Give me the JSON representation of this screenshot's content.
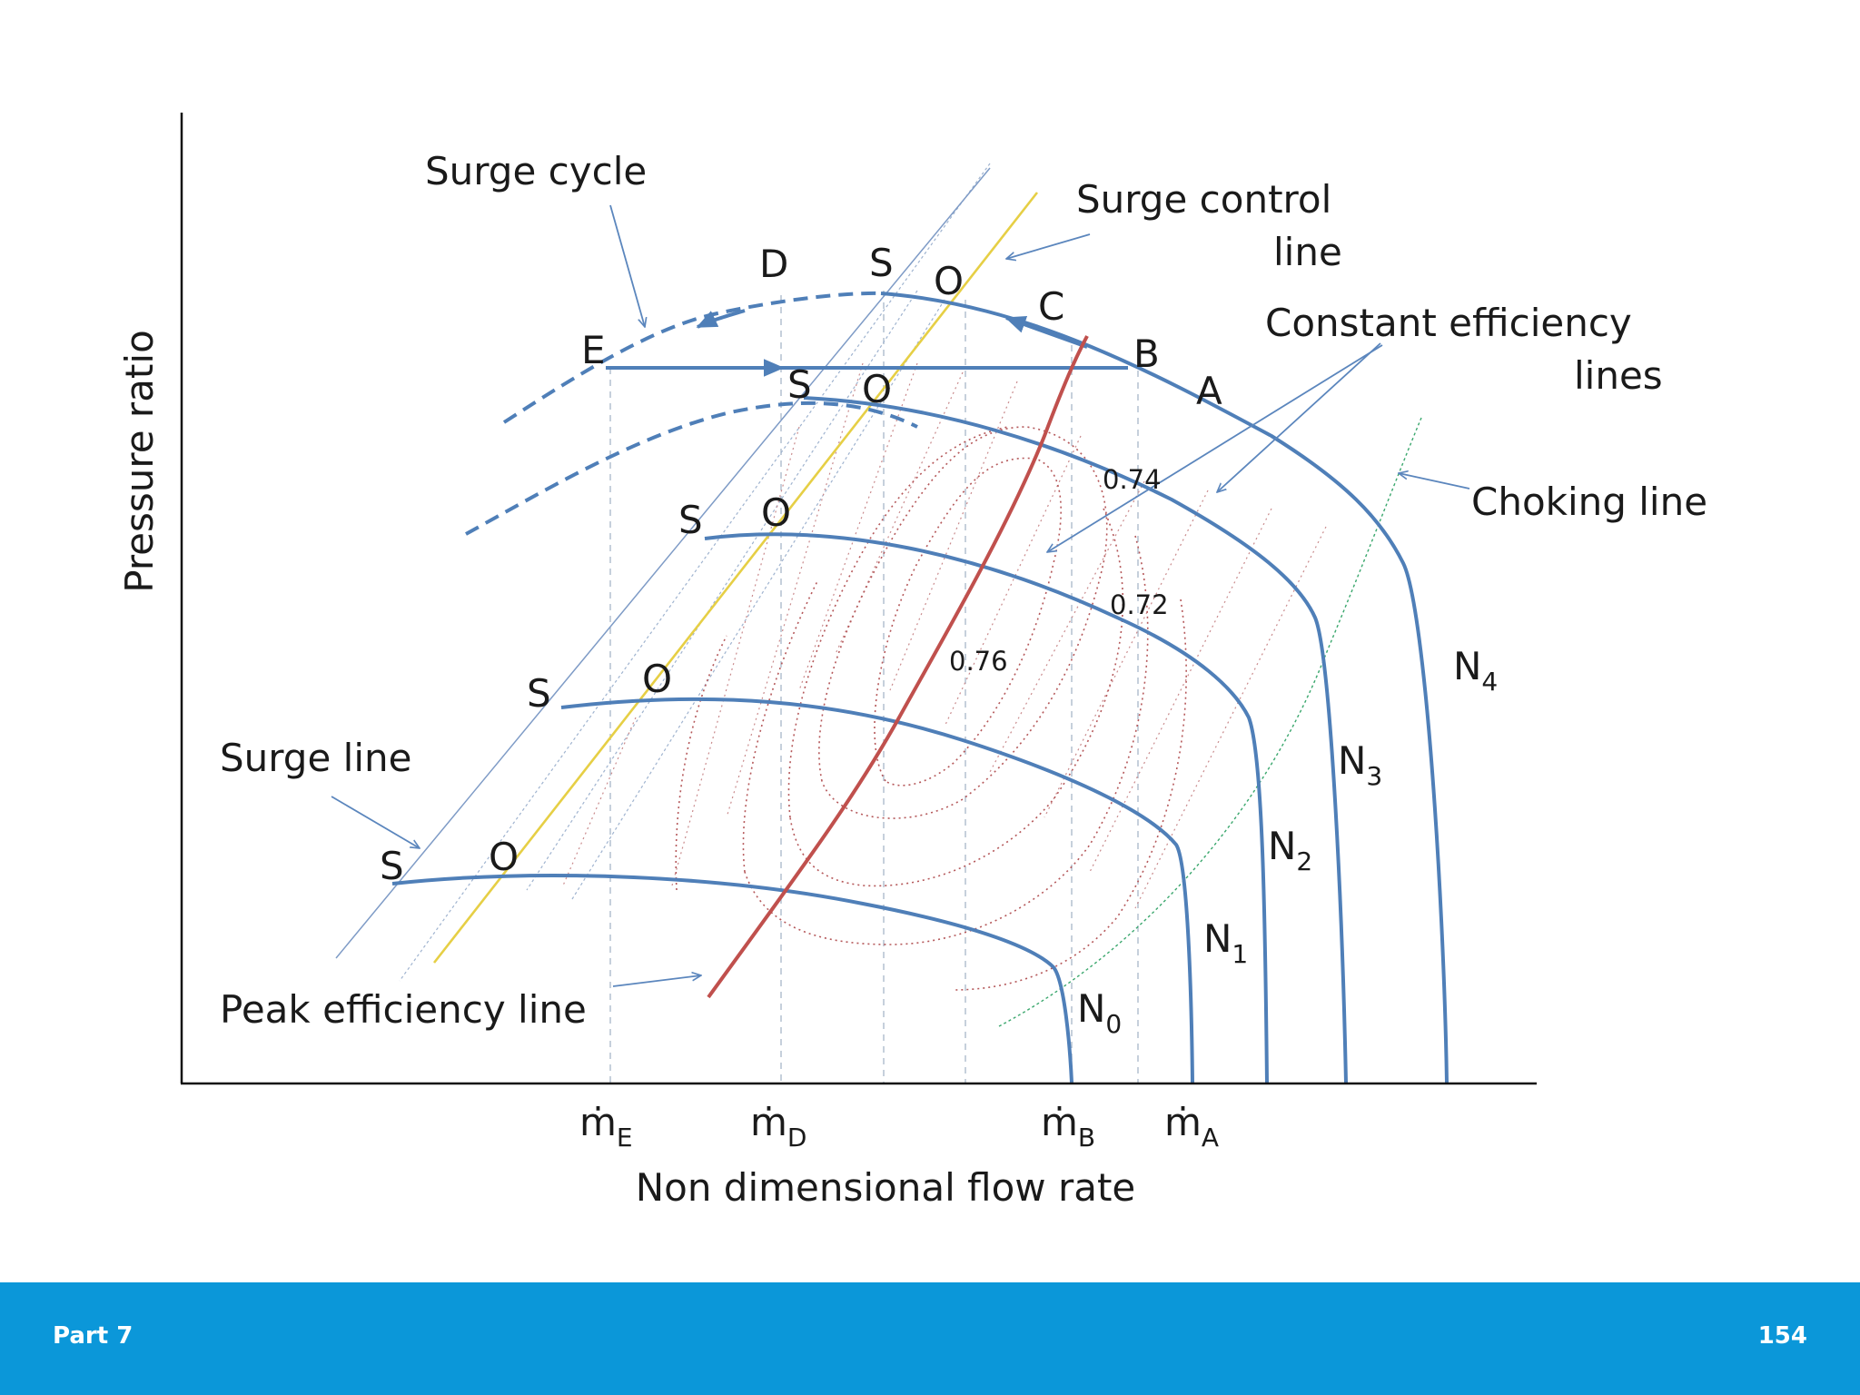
{
  "diagram": {
    "axes": {
      "y_title": "Pressure ratio",
      "x_title": "Non dimensional flow rate"
    },
    "x_ticks": [
      {
        "id": "e",
        "base": "ṁ",
        "sub": "E"
      },
      {
        "id": "d",
        "base": "ṁ",
        "sub": "D"
      },
      {
        "id": "b",
        "base": "ṁ",
        "sub": "B"
      },
      {
        "id": "a",
        "base": "ṁ",
        "sub": "A"
      }
    ],
    "labels": {
      "surge_cycle": "Surge cycle",
      "surge_control_1": "Surge control",
      "surge_control_2": "line",
      "const_eff_1": "Constant efficiency",
      "const_eff_2": "lines",
      "choking_line": "Choking line",
      "surge_line": "Surge line",
      "peak_eff_line": "Peak efficiency line"
    },
    "points": {
      "D": "D",
      "E": "E",
      "C": "C",
      "B": "B",
      "A": "A",
      "S": "S",
      "O": "O"
    },
    "speed_lines": [
      {
        "base": "N",
        "sub": "0"
      },
      {
        "base": "N",
        "sub": "1"
      },
      {
        "base": "N",
        "sub": "2"
      },
      {
        "base": "N",
        "sub": "3"
      },
      {
        "base": "N",
        "sub": "4"
      }
    ],
    "efficiency_values": [
      "0.74",
      "0.72",
      "0.76"
    ],
    "colors": {
      "speed_lines": "#4f7fb8",
      "peak_efficiency": "#c0504d",
      "surge_control": "#e6cf45",
      "efficiency_contours": "#b5585a",
      "choking": "#3aa76d"
    }
  },
  "footer": {
    "left": "Part 7",
    "right": "154"
  }
}
